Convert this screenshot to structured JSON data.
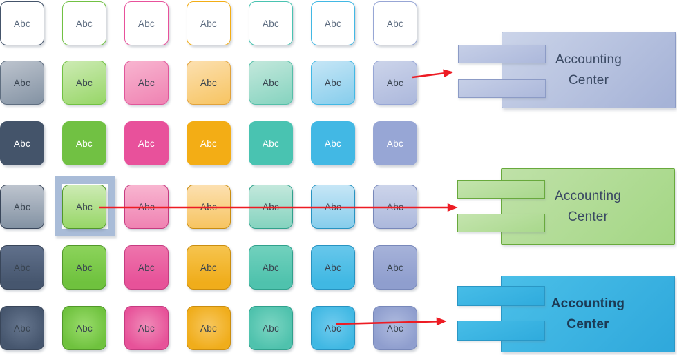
{
  "swatch_label": "Abc",
  "palette": {
    "arrow_red": "#ED1C24",
    "selection_frame": "#A9BCD8",
    "outline_text": "#5D6C80",
    "dark_text": "#38434F",
    "white_text": "#FFFFFF"
  },
  "grid": {
    "rows": [
      {
        "id": "outline"
      },
      {
        "id": "light-gradient"
      },
      {
        "id": "solid"
      },
      {
        "id": "soft-gradient"
      },
      {
        "id": "strong"
      },
      {
        "id": "radial"
      }
    ],
    "columns": [
      {
        "id": "slate",
        "base": "#44546A",
        "lightTop": "#BDC4CE",
        "lightBottom": "#8392A3",
        "lightBorder": "#5F6E80",
        "darkBorder": "#39465A",
        "strongTop": "#60708B",
        "strong": "#46566E",
        "glow": "#66768E"
      },
      {
        "id": "green",
        "base": "#71C143",
        "lightTop": "#CDEBB4",
        "lightBottom": "#97D667",
        "lightBorder": "#71C143",
        "darkBorder": "#51982A",
        "strongTop": "#8CD35B",
        "strong": "#6FC23E",
        "glow": "#9ADC6C"
      },
      {
        "id": "pink",
        "base": "#E8519B",
        "lightTop": "#F8B5D0",
        "lightBottom": "#EF82B2",
        "lightBorder": "#E0569A",
        "darkBorder": "#C63B80",
        "strongTop": "#EE74AC",
        "strong": "#E75299",
        "glow": "#F08CB9"
      },
      {
        "id": "amber",
        "base": "#F3AD15",
        "lightTop": "#FCE0B0",
        "lightBottom": "#F7C461",
        "lightBorder": "#E0A23C",
        "darkBorder": "#CA8D10",
        "strongTop": "#F6C44E",
        "strong": "#F0AD1B",
        "glow": "#F7C75E"
      },
      {
        "id": "teal",
        "base": "#49C3B1",
        "lightTop": "#C3E8DC",
        "lightBottom": "#85D3BF",
        "lightBorder": "#55BFA8",
        "darkBorder": "#30A18C",
        "strongTop": "#71D1BD",
        "strong": "#4FC2AD",
        "glow": "#7BD5C2"
      },
      {
        "id": "cyan",
        "base": "#42B8E4",
        "lightTop": "#C6E6F6",
        "lightBottom": "#86CDEC",
        "lightBorder": "#42B8E4",
        "darkBorder": "#2793C1",
        "strongTop": "#67C7EB",
        "strong": "#40B8E3",
        "glow": "#70CBEE"
      },
      {
        "id": "periwinkle",
        "base": "#97A6D5",
        "lightTop": "#CCD4EA",
        "lightBottom": "#ACB8DC",
        "lightBorder": "#97A6D5",
        "darkBorder": "#7888BA",
        "strongTop": "#A6B2D9",
        "strong": "#8F9ECE",
        "glow": "#AFBBDF"
      }
    ]
  },
  "selection": {
    "row": "soft-gradient",
    "column": "green"
  },
  "components": [
    {
      "label": "Accounting\nCenter",
      "bold": false,
      "bodyTop": "#CBD4E9",
      "bodyBottom": "#A6B3D7",
      "border": "#8C9BC6",
      "tabTop": "#C6CFE7",
      "tabBottom": "#ACB8DB",
      "text": "#3A4963"
    },
    {
      "label": "Accounting\nCenter",
      "bold": false,
      "bodyTop": "#BFE1A8",
      "bodyBottom": "#A5D786",
      "border": "#68A93C",
      "tabTop": "#C4E4AE",
      "tabBottom": "#A9D88C",
      "text": "#3A4963"
    },
    {
      "label": "Accounting\nCenter",
      "bold": true,
      "bodyTop": "#4ABFE8",
      "bodyBottom": "#30A9DC",
      "border": "#2A97C5",
      "tabTop": "#47BDE7",
      "tabBottom": "#2FABDD",
      "text": "#1C3A55"
    }
  ],
  "arrows": [
    {
      "from": "swatch-light-gradient-periwinkle",
      "to": "component-preview-periwinkle"
    },
    {
      "from": "swatch-soft-gradient-green",
      "to": "component-preview-green"
    },
    {
      "from": "swatch-radial-cyan",
      "to": "component-preview-cyan"
    }
  ]
}
